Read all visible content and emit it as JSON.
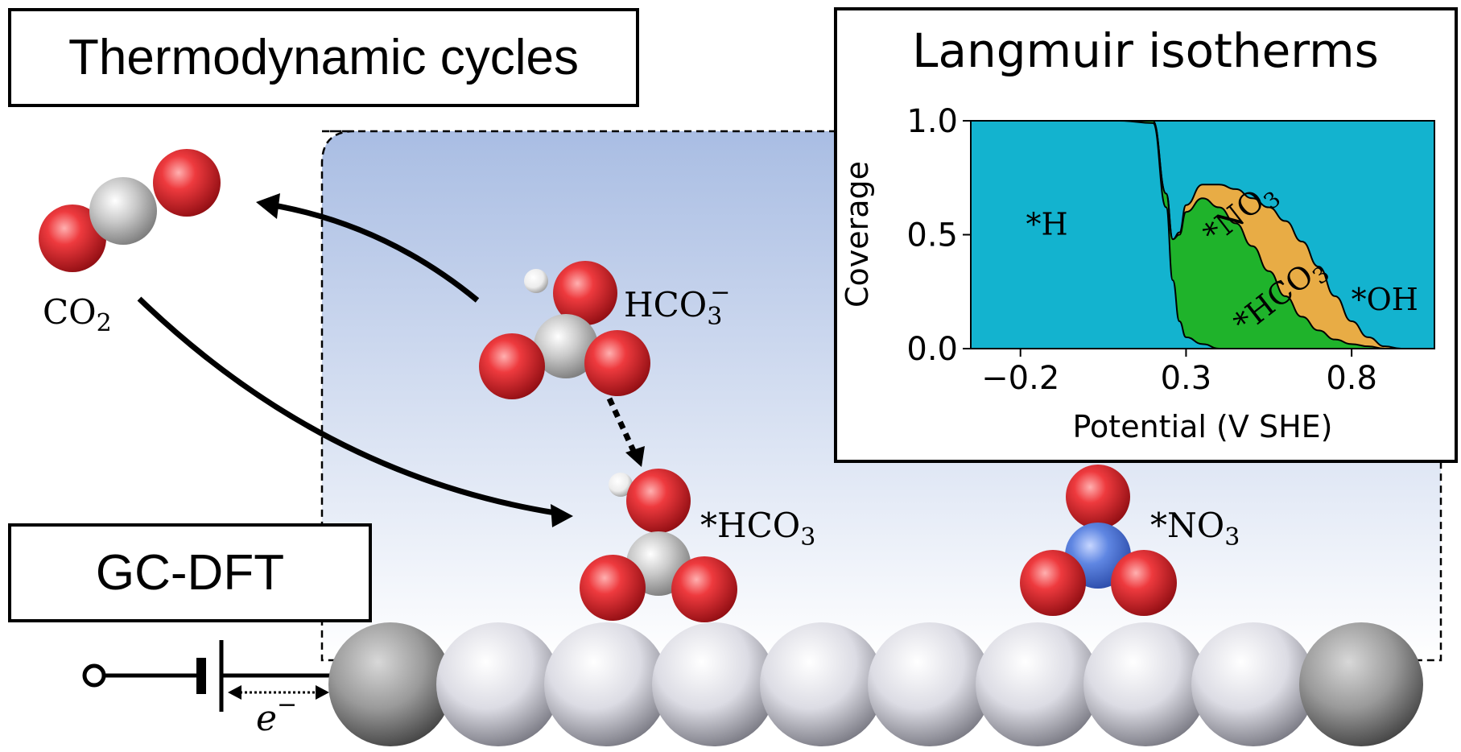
{
  "titles": {
    "thermodynamic_cycles": "Thermodynamic cycles",
    "gc_dft": "GC-DFT",
    "langmuir_isotherms": "Langmuir isotherms"
  },
  "molecules": {
    "co2": {
      "base": "CO",
      "sub": "2"
    },
    "hco3_minus": {
      "base": "HCO",
      "sub": "3",
      "sup": "−"
    },
    "ads_hco3": {
      "base": "*HCO",
      "sub": "3"
    },
    "ads_no3": {
      "base": "*NO",
      "sub": "3"
    }
  },
  "electron": {
    "symbol": "e",
    "sup": "−"
  },
  "colors": {
    "oxygen": "#e8262b",
    "carbon": "#c8c8c8",
    "hydrogen": "#ffffff",
    "nitrogen": "#5a82e0",
    "slab_atom": "#e4e4ea",
    "cell_background_top": "#a9bde3",
    "h_region": "#13b3cf",
    "no3_region": "#1fb32b",
    "hco3_region": "#e8ac45",
    "oh_region": "#13b3cf"
  },
  "chart_data": {
    "type": "area",
    "title": "Langmuir isotherms",
    "xlabel": "Potential (V SHE)",
    "ylabel": "Coverage",
    "xlim": [
      -0.35,
      1.05
    ],
    "ylim": [
      0.0,
      1.0
    ],
    "xticks": [
      "−0.2",
      "0.3",
      "0.8"
    ],
    "xtick_values": [
      -0.2,
      0.3,
      0.8
    ],
    "yticks": [
      "0.0",
      "0.5",
      "1.0"
    ],
    "ytick_values": [
      0.0,
      0.5,
      1.0
    ],
    "x": [
      -0.35,
      0.1,
      0.2,
      0.24,
      0.26,
      0.28,
      0.3,
      0.35,
      0.4,
      0.45,
      0.5,
      0.55,
      0.6,
      0.65,
      0.7,
      0.75,
      0.8,
      0.85,
      0.9,
      0.95,
      1.05
    ],
    "series": [
      {
        "name": "*H",
        "label_base": "*H",
        "label_sub": "",
        "values": [
          1.0,
          1.0,
          0.99,
          0.62,
          0.3,
          0.12,
          0.05,
          0.02,
          0.0,
          0.0,
          0.0,
          0.0,
          0.0,
          0.0,
          0.0,
          0.0,
          0.0,
          0.0,
          0.0,
          0.0,
          0.0
        ]
      },
      {
        "name": "*NO3",
        "label_base": "*NO",
        "label_sub": "3",
        "values": [
          0.0,
          0.0,
          0.01,
          0.06,
          0.18,
          0.38,
          0.55,
          0.64,
          0.62,
          0.55,
          0.45,
          0.34,
          0.23,
          0.14,
          0.08,
          0.04,
          0.02,
          0.01,
          0.0,
          0.0,
          0.0
        ]
      },
      {
        "name": "*HCO3",
        "label_base": "*HCO",
        "label_sub": "3",
        "values": [
          0.0,
          0.0,
          0.0,
          0.0,
          0.0,
          0.01,
          0.03,
          0.06,
          0.1,
          0.15,
          0.21,
          0.28,
          0.33,
          0.33,
          0.28,
          0.19,
          0.1,
          0.04,
          0.01,
          0.0,
          0.0
        ]
      },
      {
        "name": "*OH",
        "label_base": "*OH",
        "label_sub": "",
        "values": [
          0.0,
          0.0,
          0.0,
          0.32,
          0.52,
          0.49,
          0.37,
          0.28,
          0.28,
          0.3,
          0.34,
          0.38,
          0.44,
          0.53,
          0.64,
          0.77,
          0.88,
          0.95,
          0.99,
          1.0,
          1.0
        ]
      }
    ],
    "region_labels": [
      {
        "series": "*H",
        "x": -0.12,
        "y": 0.5
      },
      {
        "series": "*NO3",
        "x": 0.48,
        "y": 0.56,
        "rotate": -38
      },
      {
        "series": "*HCO3",
        "x": 0.6,
        "y": 0.2,
        "rotate": -38
      },
      {
        "series": "*OH",
        "x": 0.9,
        "y": 0.17
      }
    ]
  }
}
